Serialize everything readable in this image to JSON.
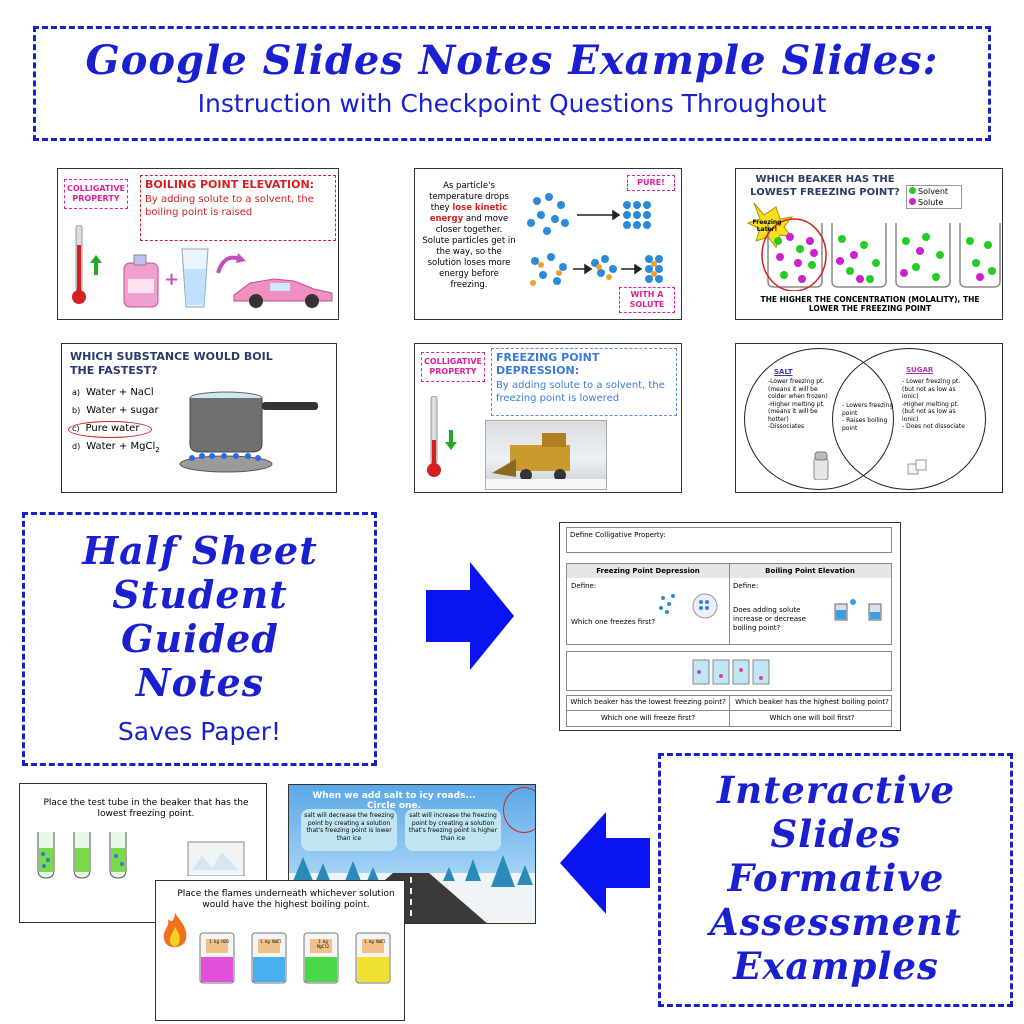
{
  "header": {
    "title": "Google Slides Notes Example Slides:",
    "subtitle": "Instruction with Checkpoint Questions Throughout"
  },
  "slide1": {
    "tag": "COLLIGATIVE PROPERTY",
    "title": "BOILING POINT ELEVATION:",
    "body": "By adding solute to a solvent, the boiling point is raised"
  },
  "slide2": {
    "text_a": "As particle's temperature drops they ",
    "text_b": "lose kinetic energy",
    "text_c": " and move closer together. Solute particles get in the way, so the solution loses more energy before freezing.",
    "pure": "PURE!",
    "with_solute": "WITH A SOLUTE"
  },
  "slide3": {
    "title": "WHICH BEAKER HAS THE LOWEST FREEZING POINT?",
    "legend_solvent": "Solvent",
    "legend_solute": "Solute",
    "badge": "Freezing Later!",
    "caption": "THE HIGHER THE CONCENTRATION (MOLALITY), THE LOWER THE FREEZING POINT"
  },
  "slide4": {
    "title": "WHICH SUBSTANCE WOULD BOIL THE FASTEST?",
    "options": [
      {
        "letter": "a)",
        "text": "Water + NaCl"
      },
      {
        "letter": "b)",
        "text": "Water + sugar"
      },
      {
        "letter": "c)",
        "text": "Pure water"
      },
      {
        "letter": "d)",
        "text": "Water + MgCl"
      }
    ],
    "sub2": "2"
  },
  "slide5": {
    "tag": "COLLIGATIVE PROPERTY",
    "title": "FREEZING POINT DEPRESSION:",
    "body": "By adding solute to a solvent, the freezing point is lowered"
  },
  "slide6": {
    "salt_title": "SALT",
    "salt_items": [
      "-Lower freezing pt. (means it will be colder when frozen)",
      "-Higher melting pt. (means it will be hotter)",
      "-Dissociates"
    ],
    "mid_items": [
      "- Lowers freezing point",
      "- Raises boiling point"
    ],
    "sugar_title": "SUGAR",
    "sugar_items": [
      "- Lower freezing pt. (but not as low as ionic)",
      "-Higher melting pt. (but not as low as ionic)",
      "- Does not dissociate"
    ]
  },
  "half_sheet": {
    "title": "Half Sheet Student Guided Notes",
    "footer": "Saves Paper!"
  },
  "notes_sheet": {
    "define_prompt": "Define Colligative Property:",
    "col1": "Freezing Point Depression",
    "col2": "Boiling Point Elevation",
    "define": "Define:",
    "q1": "Which one freezes first?",
    "q2": "Does adding solute increase or decrease boiling point?",
    "row_a": "Which beaker has the lowest freezing point?",
    "row_b": "Which beaker has the highest boiling point?",
    "row_c": "Which one will freeze first?",
    "row_d": "Which one will boil first?"
  },
  "interactive": {
    "title": "Interactive Slides Formative Assessment Examples"
  },
  "int_slide1": {
    "text": "Place the test tube in the beaker that has the lowest freezing point."
  },
  "int_slide2": {
    "title": "When we add salt to icy roads... Circle one.",
    "bubble_a": "salt will decrease the freezing point by creating a solution that's freezing point is lower than ice",
    "bubble_b": "salt will increase the freezing point by creating a solution that's freezing point is higher than ice"
  },
  "int_slide3": {
    "text": "Place the flames underneath whichever solution would have the highest boiling point.",
    "labels": [
      "1 kg H2O",
      "1 kg NaCl",
      "1 kg MgCl2",
      "1 kg NaCl"
    ]
  },
  "colors": {
    "accent": "#1a20c8",
    "arrow": "#0a14f0",
    "red": "#d42020",
    "pink": "#e0209a"
  }
}
